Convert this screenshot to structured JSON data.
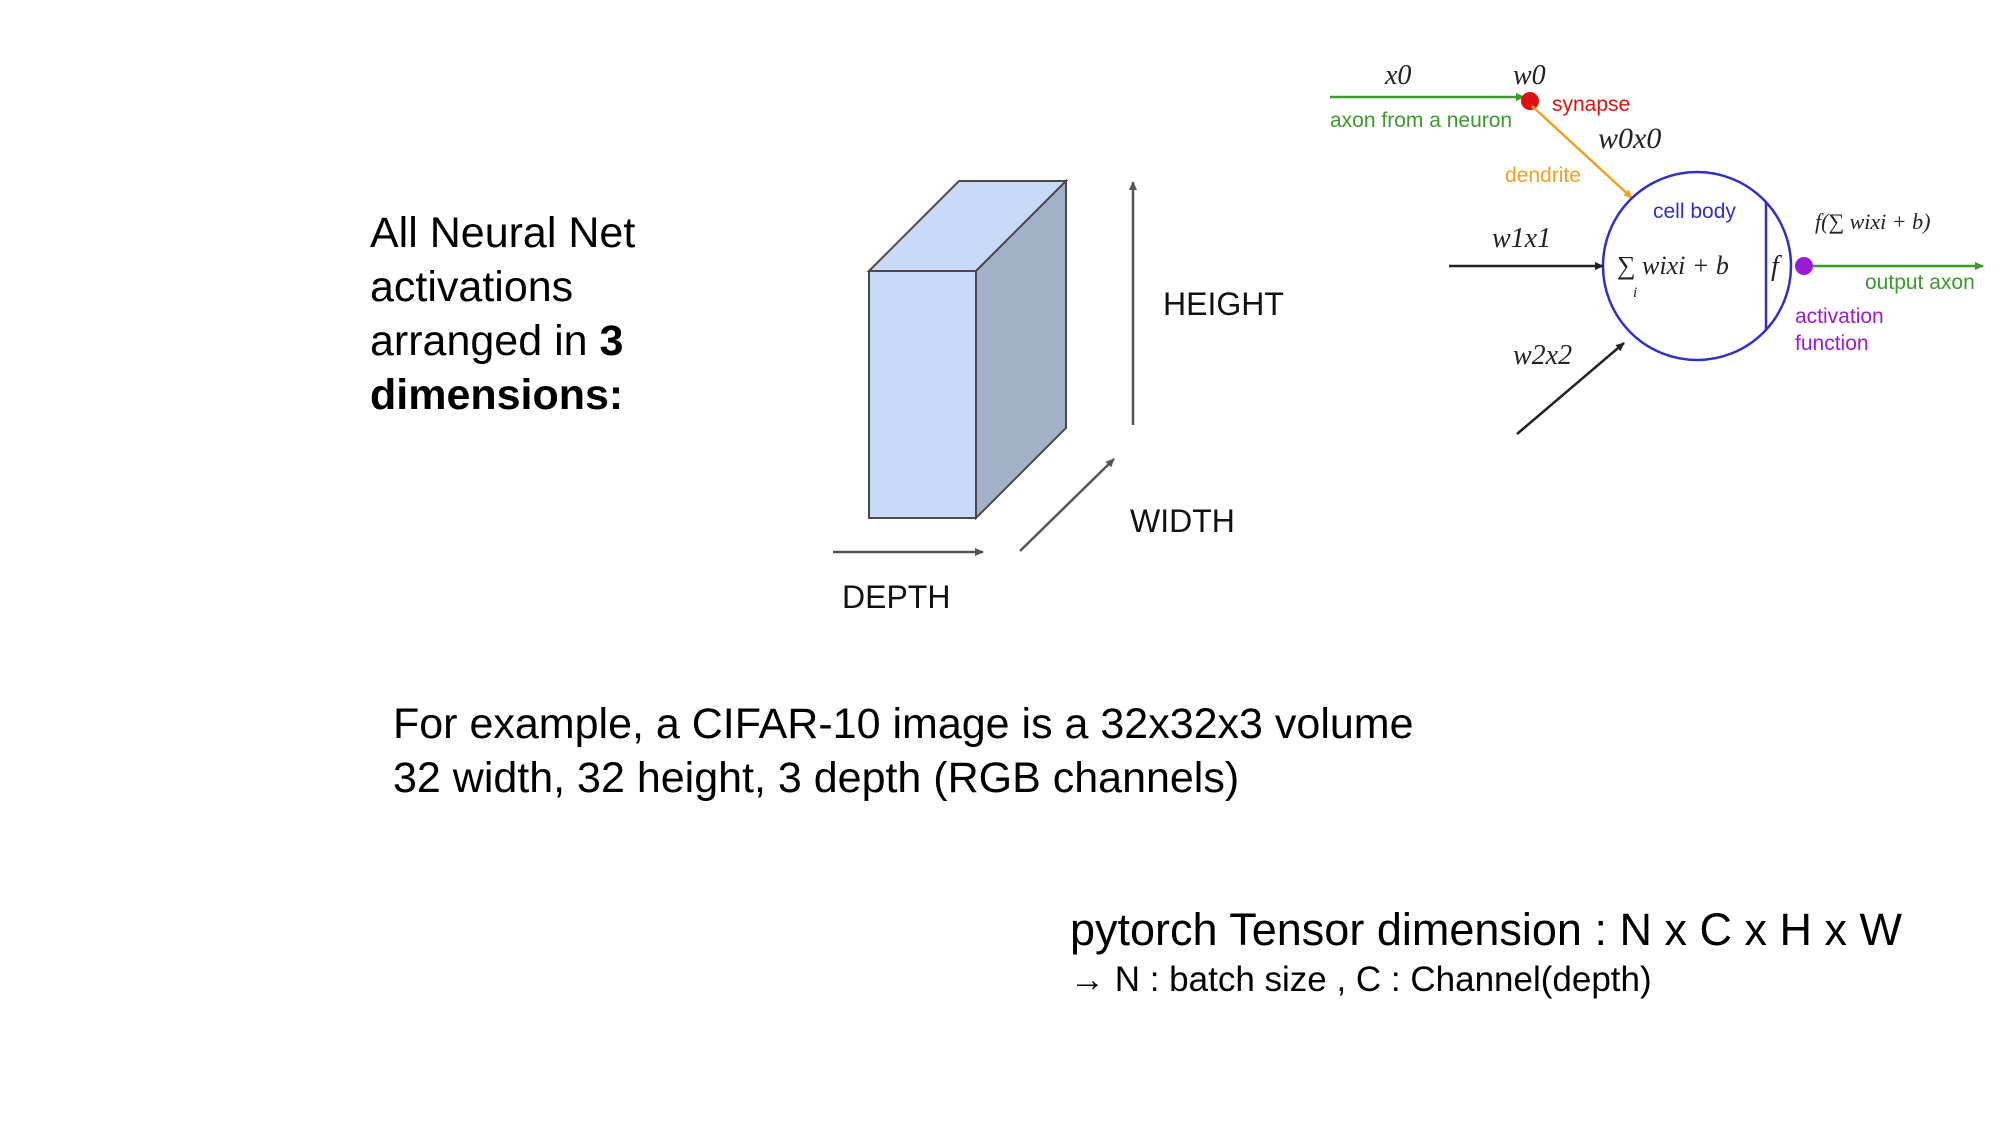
{
  "intro": {
    "line1": "All Neural Net",
    "line2": "activations",
    "line3_prefix": "arranged in ",
    "line3_bold": "3",
    "line4_bold": "dimensions:"
  },
  "volume_diagram": {
    "height_label": "HEIGHT",
    "width_label": "WIDTH",
    "depth_label": "DEPTH",
    "colors": {
      "front": "#c9daf8",
      "top": "#c9daf8",
      "side": "#a2b0c8",
      "edge": "#4a4a4a"
    }
  },
  "neuron_diagram": {
    "x0": "x0",
    "w0": "w0",
    "synapse": "synapse",
    "axon_from_neuron": "axon from a neuron",
    "w0x0": "w0x0",
    "dendrite": "dendrite",
    "cell_body": "cell body",
    "w1x1": "w1x1",
    "w2x2": "w2x2",
    "sum_expr": "∑ wixi + b",
    "sum_index": "i",
    "f_label": "f",
    "output_expr": "f(∑ wixi + b)",
    "output_axon": "output axon",
    "activation_line1": "activation",
    "activation_line2": "function",
    "colors": {
      "axon_green": "#3a9a2a",
      "synapse_red": "#e01010",
      "dendrite_orange": "#f0a020",
      "cell_blue": "#3030c8",
      "activation_purple": "#9a1ad8",
      "math_black": "#222222"
    }
  },
  "example": {
    "line1": "For example, a CIFAR-10 image is a 32x32x3 volume",
    "line2": "32 width, 32 height, 3 depth (RGB channels)"
  },
  "pytorch": {
    "title": "pytorch Tensor dimension : N x C x H x W",
    "arrow": "→",
    "detail": " N : batch size , C : Channel(depth)"
  }
}
